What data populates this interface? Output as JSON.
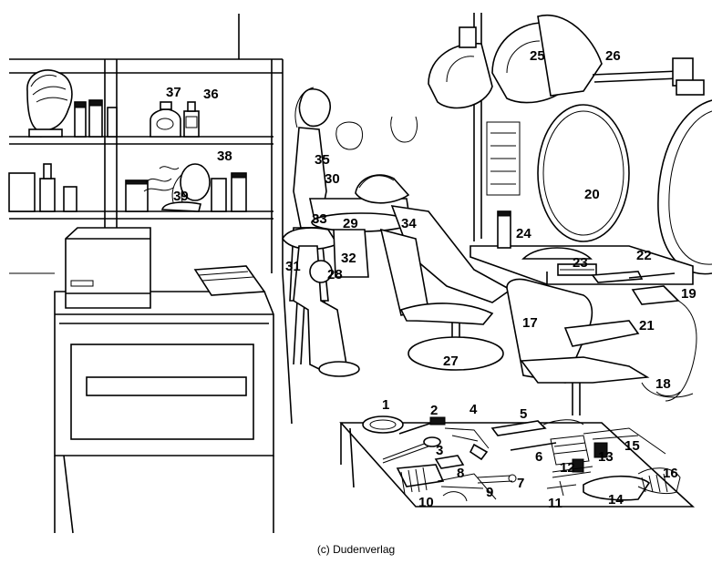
{
  "illustration": {
    "labels": [
      "1",
      "2",
      "3",
      "4",
      "5",
      "6",
      "7",
      "8",
      "9",
      "10",
      "11",
      "12",
      "13",
      "14",
      "15",
      "16",
      "17",
      "18",
      "19",
      "20",
      "21",
      "22",
      "23",
      "24",
      "25",
      "26",
      "27",
      "28",
      "29",
      "30",
      "31",
      "32",
      "33",
      "34",
      "35",
      "36",
      "37",
      "38",
      "39"
    ],
    "copyright": "(c) Dudenverlag"
  }
}
